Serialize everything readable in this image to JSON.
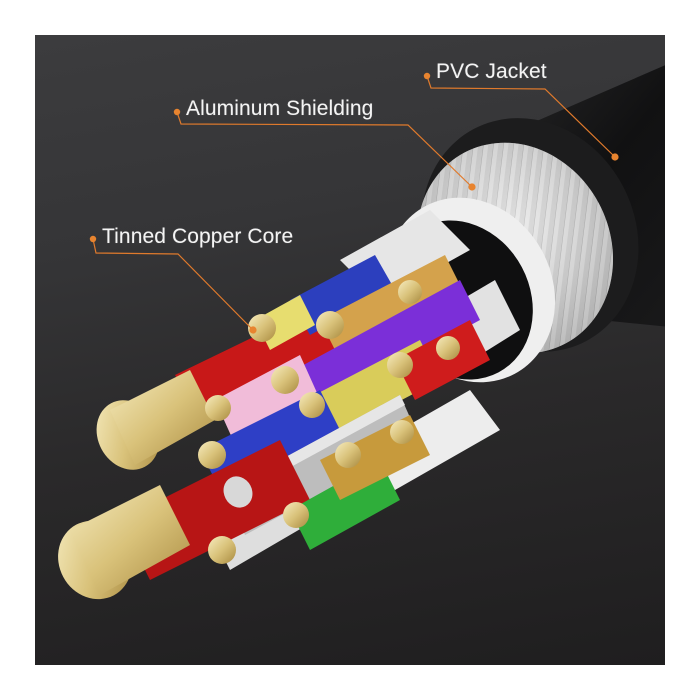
{
  "image": {
    "subject": "Cross-section of a multi-conductor cable with exposed colored wires",
    "background_color": "#2b2a2b",
    "accent_color": "#e07a2c",
    "label_color": "#f4f4f4"
  },
  "callouts": [
    {
      "label": "PVC Jacket",
      "target": "outer black cable jacket"
    },
    {
      "label": "Aluminum Shielding",
      "target": "braided silver shield"
    },
    {
      "label": "Tinned Copper Core",
      "target": "stranded copper conductor tips"
    }
  ],
  "wires": {
    "insulation_colors": [
      "#d21c1c",
      "#2d3fc0",
      "#7a2fd6",
      "#d4a04a",
      "#e9e17a",
      "#f0b8d8",
      "#2fae3a",
      "#e8e8e8",
      "#c9c9c9"
    ]
  }
}
